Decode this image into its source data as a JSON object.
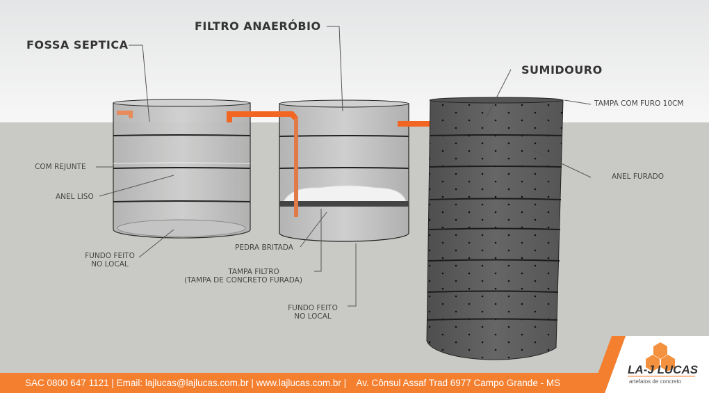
{
  "titles": {
    "fossa": "FOSSA SEPTICA",
    "filtro": "FILTRO ANAERÓBIO",
    "sumidouro": "SUMIDOURO"
  },
  "labels": {
    "com_rejunte": "COM REJUNTE",
    "anel_liso": "ANEL LISO",
    "fundo1_line1": "FUNDO FEITO",
    "fundo1_line2": "NO LOCAL",
    "pedra_britada": "PEDRA BRITADA",
    "tampa_filtro_line1": "TAMPA FILTRO",
    "tampa_filtro_line2": "(TAMPA DE CONCRETO FURADA)",
    "fundo2_line1": "FUNDO FEITO",
    "fundo2_line2": "NO LOCAL",
    "tampa_furo": "TAMPA COM FURO 10CM",
    "anel_furado": "ANEL FURADO"
  },
  "footer": {
    "text": "SAC 0800 647 1121 | Email: lajlucas@lajlucas.com.br | www.lajlucas.com.br |    Av. Cônsul Assaf Trad 6977 Campo Grande - MS"
  },
  "logo": {
    "name": "LA-J LUCAS",
    "tagline": "artefatos de concreto"
  },
  "colors": {
    "orange": "#f47f2f",
    "pipe": "#f26522",
    "ground": "#c9c9c5"
  }
}
